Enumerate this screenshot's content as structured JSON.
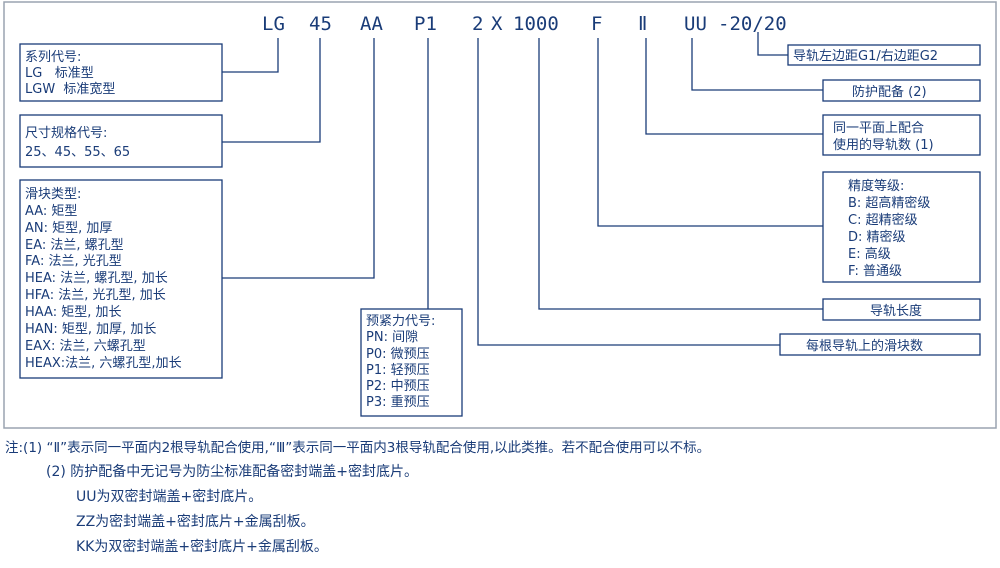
{
  "code": {
    "parts": [
      "LG",
      "45",
      "AA",
      "P1",
      "2",
      "X",
      "1000",
      "F",
      "Ⅱ",
      "UU",
      "-20/20"
    ]
  },
  "boxes": {
    "series": {
      "lines": [
        "系列代号:",
        "LG   标准型",
        "LGW  标准宽型"
      ]
    },
    "size": {
      "lines": [
        "尺寸规格代号:",
        "25、45、55、65"
      ]
    },
    "block": {
      "lines": [
        "滑块类型:",
        "AA: 矩型",
        "AN: 矩型, 加厚",
        "EA: 法兰, 螺孔型",
        "FA: 法兰, 光孔型",
        "HEA: 法兰, 螺孔型, 加长",
        "HFA: 法兰, 光孔型, 加长",
        "HAA: 矩型, 加长",
        "HAN: 矩型, 加厚, 加长",
        "EAX: 法兰, 六螺孔型",
        "HEAX:法兰, 六螺孔型,加长"
      ]
    },
    "preload": {
      "lines": [
        "预紧力代号:",
        "PN: 间隙",
        "P0: 微预压",
        "P1: 轻预压",
        "P2: 中预压",
        "P3: 重预压"
      ]
    },
    "rail_edge": {
      "lines": [
        "导轨左边距G1/右边距G2"
      ]
    },
    "protection": {
      "lines": [
        "防护配备 (2)"
      ]
    },
    "plane_rails": {
      "lines": [
        "同一平面上配合",
        "使用的导轨数 (1)"
      ]
    },
    "precision": {
      "lines": [
        "精度等级:",
        "B: 超高精密级",
        "C: 超精密级",
        "D: 精密级",
        "E: 高级",
        "F: 普通级"
      ]
    },
    "rail_length": {
      "lines": [
        "导轨长度"
      ]
    },
    "blocks_per_rail": {
      "lines": [
        "每根导轨上的滑块数"
      ]
    }
  },
  "notes": {
    "line1": "注:(1) “Ⅱ”表示同一平面内2根导轨配合使用,“Ⅲ”表示同一平面内3根导轨配合使用,以此类推。若不配合使用可以不标。",
    "line2": "(2) 防护配备中无记号为防尘标准配备密封端盖+密封底片。",
    "line3": "UU为双密封端盖+密封底片。",
    "line4": "ZZ为密封端盖+密封底片+金属刮板。",
    "line5": "KK为双密封端盖+密封底片+金属刮板。"
  },
  "colors": {
    "ink": "#1a3c78",
    "frame": "#9aa3b0"
  }
}
